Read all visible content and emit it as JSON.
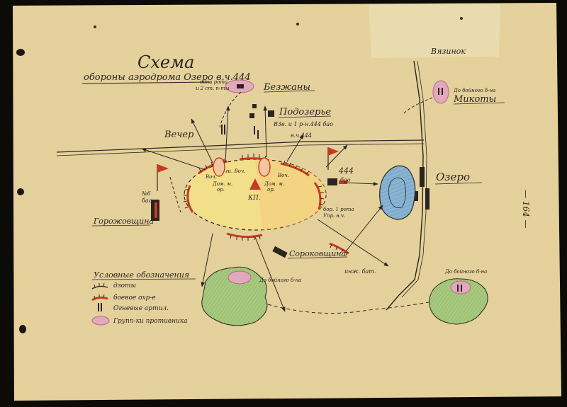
{
  "title": {
    "line1": "Схема",
    "line2": "обороны аэродрома Озеро в.ч.444"
  },
  "places": {
    "bezhany": "Безжаны",
    "vyazhinok": "Вязинок",
    "podozerye": "Подозерье",
    "vecher": "Вечер",
    "ozero": "Озеро",
    "mikoty": "Микоты",
    "gorozhovshchina": "Горожовщина",
    "sorokovshchina": "Сороковщина"
  },
  "units": {
    "bezhany_unit_a": "одна рота",
    "bezhany_unit_b": "и 2 ст. п-ты",
    "podozerye_unit": "В3в. и 1 р-н.444 бао",
    "vecher_unit": "в.ч.444",
    "bao444_num": "444",
    "bao444_sub": "бао",
    "bao6_num": "№6",
    "bao6_sub": "бао",
    "zap_unit_a": "бор. 1 рота",
    "zap_unit_b": "Упр. в.ч.",
    "inzh_bat": "инж. бат.",
    "gi_voch": "ги. Воч.",
    "voch_left": "Воч.",
    "voch_right": "Воч.",
    "dom_left_a": "Дом. м.",
    "dom_left_b": "ор.",
    "dom_right_a": "Дом. м.",
    "dom_right_b": "ор.",
    "kp": "КП.",
    "do_bat_mikoty": "До бойного б-на",
    "do_bat_bottom": "До бойного б-на",
    "do_bat_right": "До бойного б-на"
  },
  "legend": {
    "title": "Условные обозначения",
    "items": [
      {
        "icon": "hatched-arc-icon",
        "label": "дзоты"
      },
      {
        "icon": "red-hatched-arc-icon",
        "label": "боевое охр-е"
      },
      {
        "icon": "artillery-icon",
        "label": "Огневые артил."
      },
      {
        "icon": "enemy-group-icon",
        "label": "Групп-ки противника"
      }
    ]
  },
  "margin": {
    "page_number": "— 164 —"
  },
  "colors": {
    "paper": "#e8d49e",
    "airfield": "#f3df8a",
    "forest": "#a6c97e",
    "lake": "#88b3d2",
    "enemy": "#e2a8bc",
    "red": "#c73a22",
    "ink": "#2a2520"
  }
}
